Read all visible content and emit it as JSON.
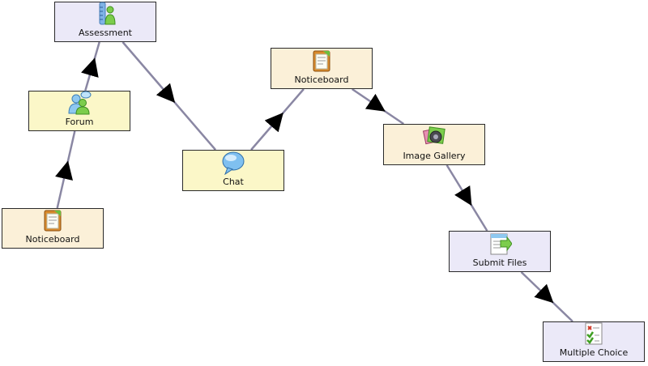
{
  "flow": {
    "activities": [
      {
        "id": "assessment",
        "label": "Assessment",
        "icon": "assessment-icon"
      },
      {
        "id": "forum",
        "label": "Forum",
        "icon": "forum-icon"
      },
      {
        "id": "noticeboard-1",
        "label": "Noticeboard",
        "icon": "noticeboard-icon"
      },
      {
        "id": "chat",
        "label": "Chat",
        "icon": "chat-icon"
      },
      {
        "id": "noticeboard-2",
        "label": "Noticeboard",
        "icon": "noticeboard-icon"
      },
      {
        "id": "image-gallery",
        "label": "Image Gallery",
        "icon": "image-gallery-icon"
      },
      {
        "id": "submit-files",
        "label": "Submit Files",
        "icon": "submit-files-icon"
      },
      {
        "id": "multiple-choice",
        "label": "Multiple Choice",
        "icon": "multiple-choice-icon"
      }
    ],
    "transitions": [
      {
        "from": "noticeboard-1",
        "to": "forum"
      },
      {
        "from": "forum",
        "to": "assessment"
      },
      {
        "from": "assessment",
        "to": "chat"
      },
      {
        "from": "chat",
        "to": "noticeboard-2"
      },
      {
        "from": "noticeboard-2",
        "to": "image-gallery"
      },
      {
        "from": "image-gallery",
        "to": "submit-files"
      },
      {
        "from": "submit-files",
        "to": "multiple-choice"
      }
    ]
  }
}
